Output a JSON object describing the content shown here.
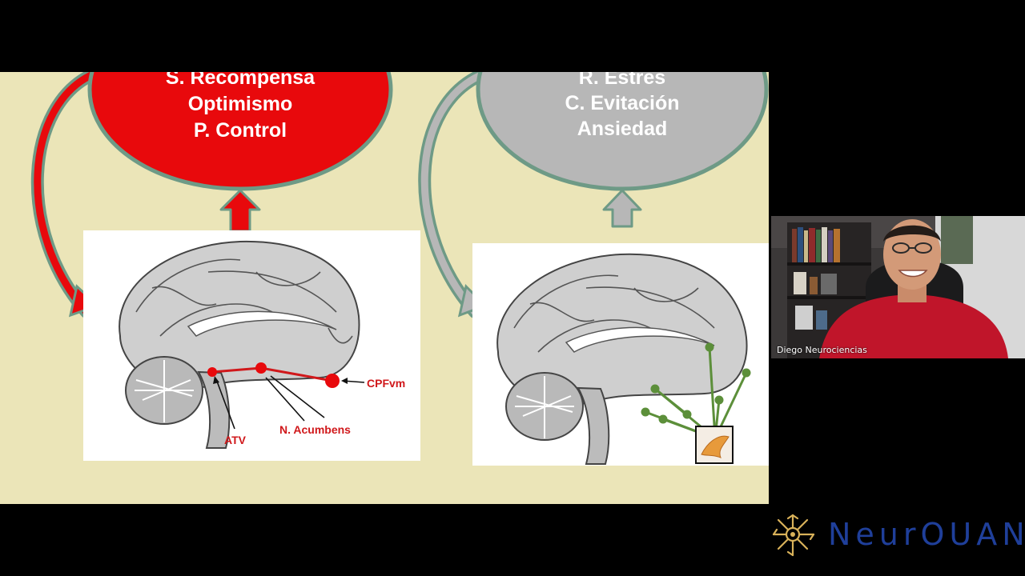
{
  "slide": {
    "left_oval": {
      "lines": [
        "S. Recompensa",
        "Optimismo",
        "P. Control"
      ],
      "color": "#e8090c"
    },
    "right_oval": {
      "lines": [
        "R. Estres",
        "C. Evitación",
        "Ansiedad"
      ],
      "color": "#b7b7b7"
    },
    "left_brain_labels": {
      "cpfvm": "CPFvm",
      "atv": "ATV",
      "acumbens": "N. Acumbens"
    },
    "background_color": "#ebe5b8",
    "left_accent_color": "#e8090c",
    "right_accent_color": "#b7b7b7",
    "pathway_color": "#d0181b",
    "amygdala_color": "#5c8f3a"
  },
  "video": {
    "participant_name": "Diego Neurociencias",
    "sweater_color": "#c0152a"
  },
  "brand": {
    "name": "NeurOUAN",
    "text_color": "#1f3f9a",
    "emblem_color": "#d9b25a"
  }
}
